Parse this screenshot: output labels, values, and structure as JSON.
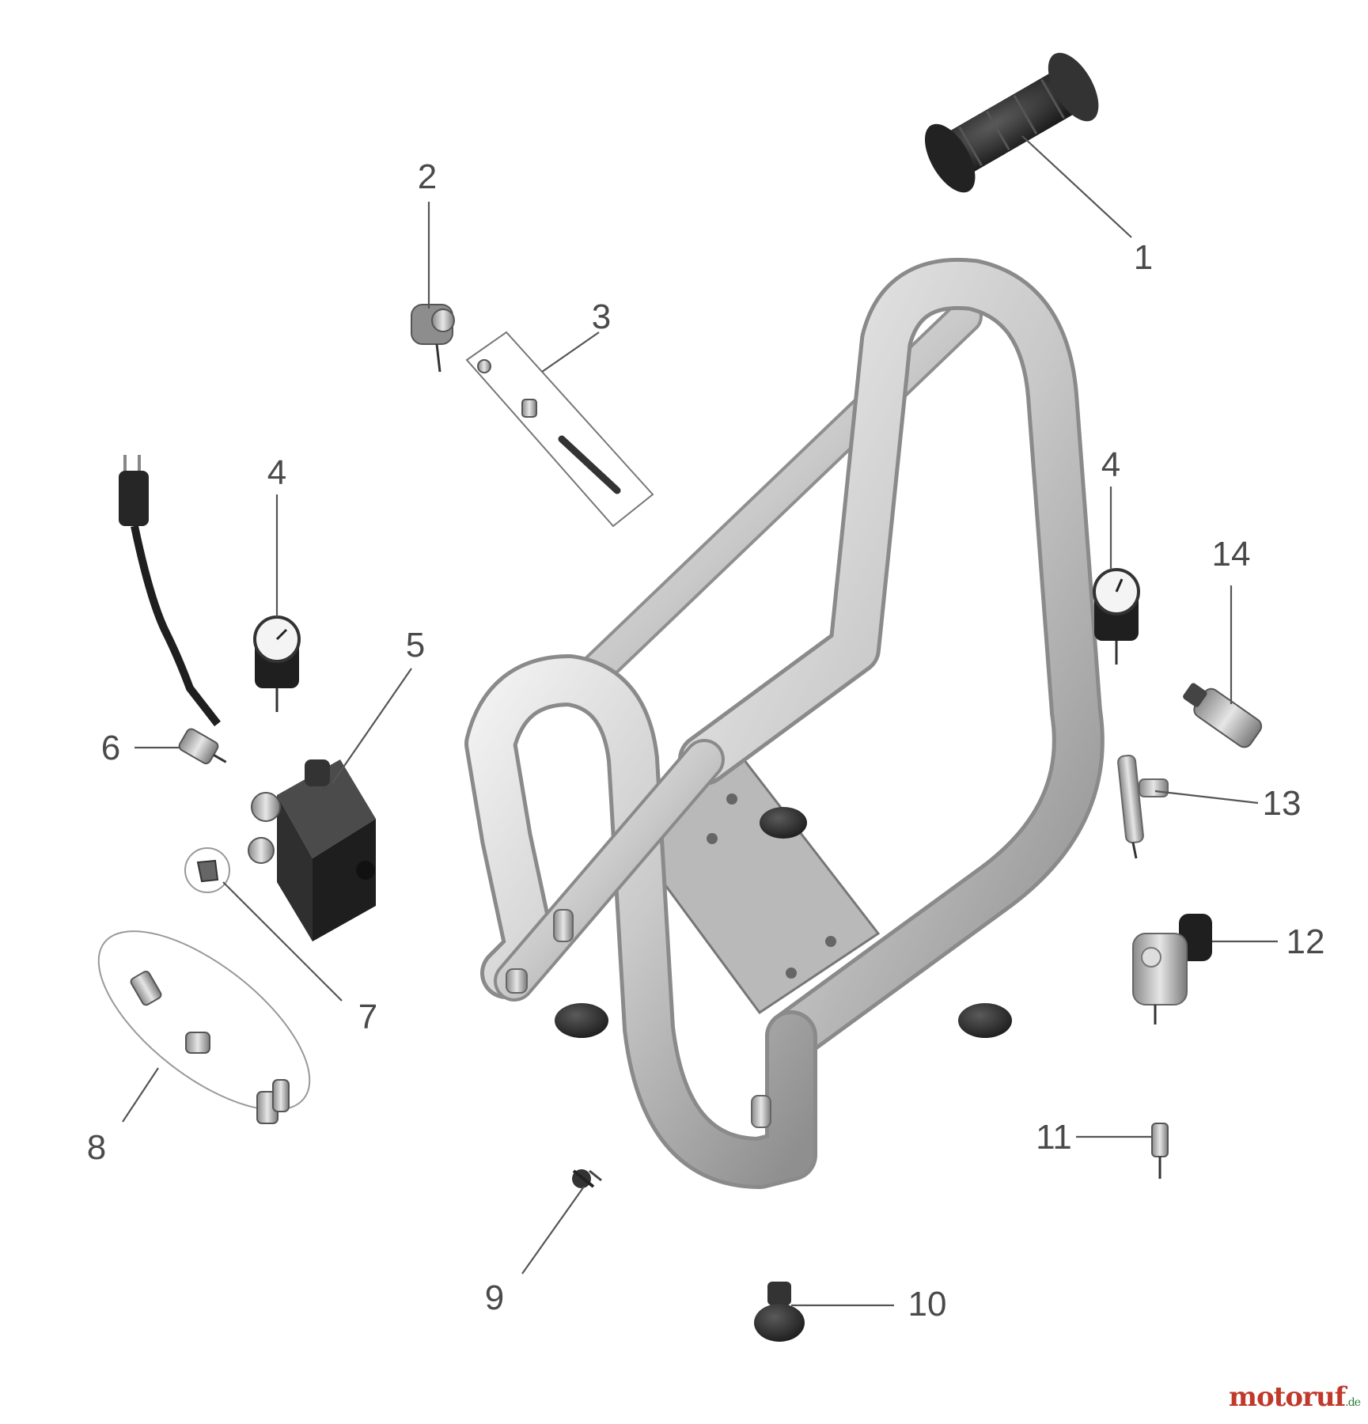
{
  "labels": {
    "p1": "1",
    "p2": "2",
    "p3": "3",
    "p4a": "4",
    "p4b": "4",
    "p5": "5",
    "p6": "6",
    "p7": "7",
    "p8": "8",
    "p9": "9",
    "p10": "10",
    "p11": "11",
    "p12": "12",
    "p13": "13",
    "p14": "14"
  },
  "watermark": {
    "text": "motoruf",
    "suffix": ".de"
  },
  "colors": {
    "frame": "#c9c9c9",
    "frame_dark": "#9a9a9a",
    "rubber": "#2b2b2b",
    "label": "#4a4a4a"
  }
}
